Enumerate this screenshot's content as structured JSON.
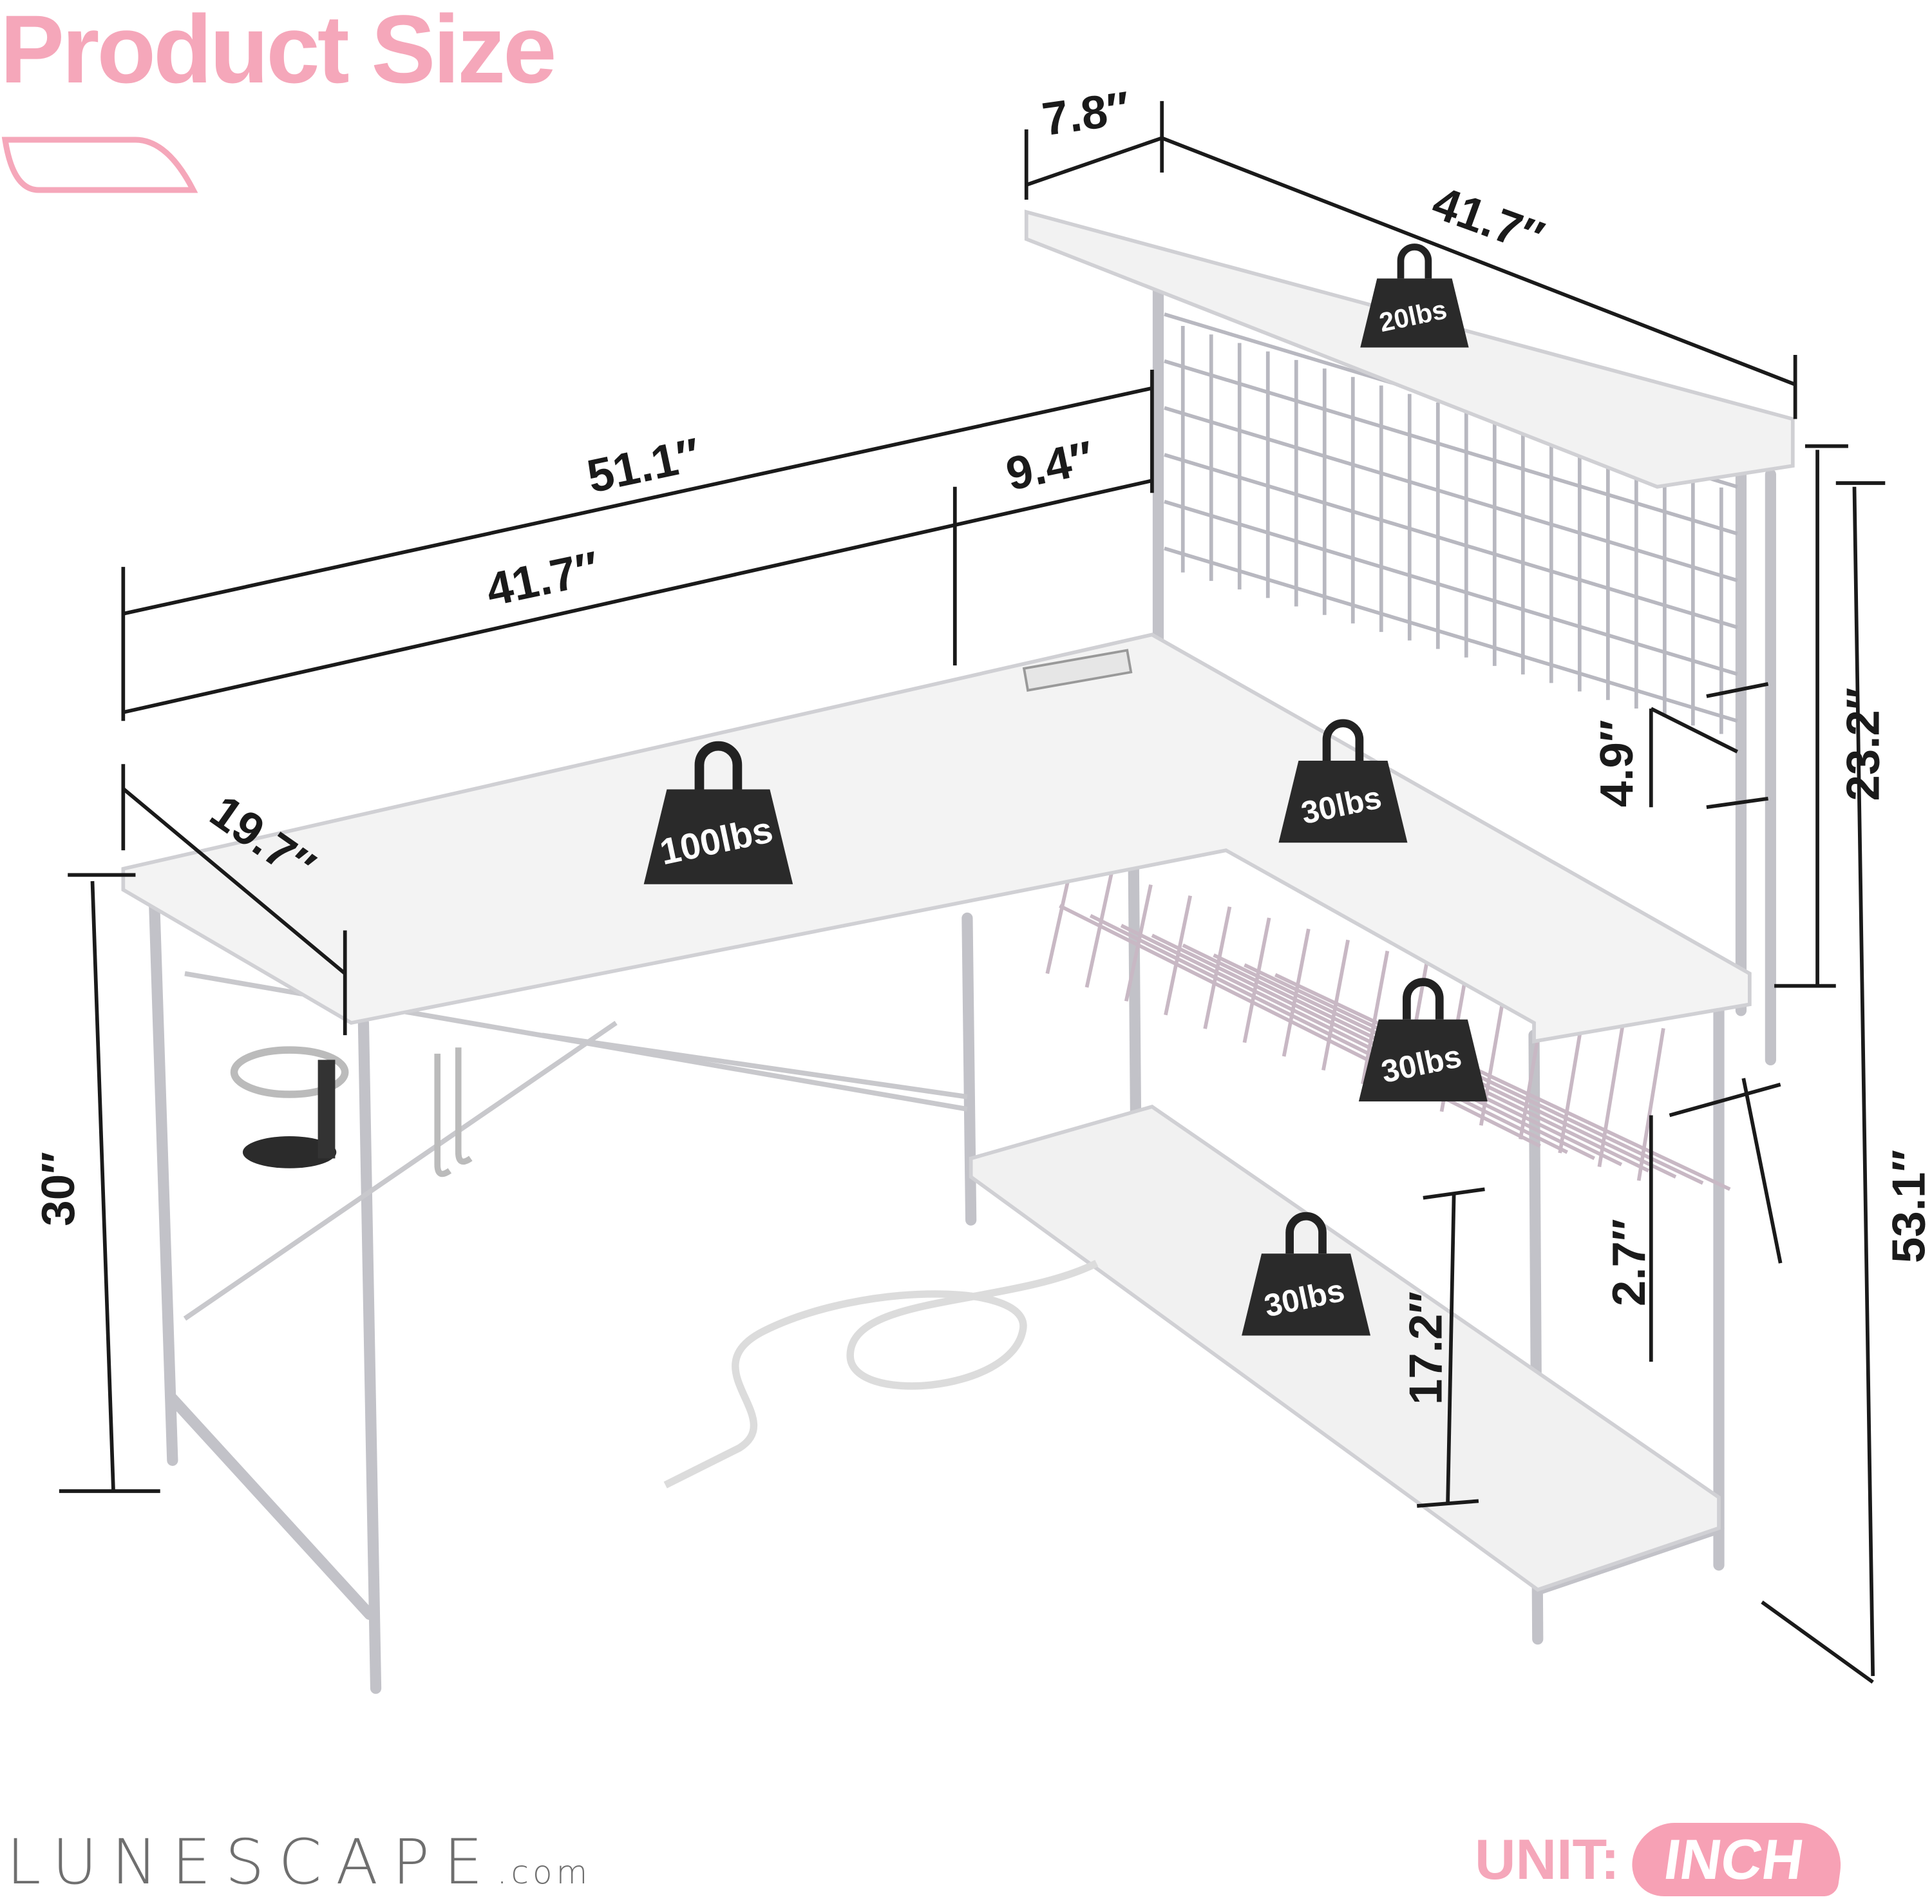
{
  "header": {
    "title": "Product Size"
  },
  "colors": {
    "accent": "#f5a7ba",
    "desk": "#f2f2f2",
    "frame": "#c9c9cf",
    "weight": "#2a2a2a",
    "dimension_line": "#1a1a1a"
  },
  "dimensions": {
    "hutch_depth": "7.8″",
    "hutch_width": "41.7″",
    "total_width": "51.1″",
    "extension": "9.4″",
    "main_width": "41.7″",
    "desk_depth": "19.7″",
    "desk_height": "30″",
    "hook_gap": "4.9″",
    "hutch_height": "23.2″",
    "total_height": "53.1″",
    "basket_depth": "2.7″",
    "shelf_height": "17.2″"
  },
  "weights": {
    "hutch_shelf": "20lbs",
    "desktop": "100lbs",
    "wing": "30lbs",
    "basket": "30lbs",
    "lower_shelf": "30lbs"
  },
  "footer": {
    "brand": "LUNESCAPE",
    "brand_suffix": ".com",
    "unit_label": "UNIT:",
    "unit_value": "INCH"
  }
}
